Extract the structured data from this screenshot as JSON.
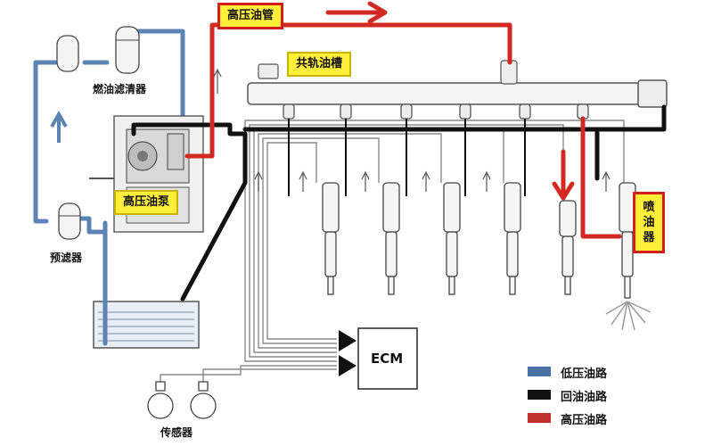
{
  "labels": {
    "high_pressure_pipe": "高压油管",
    "common_rail": "共轨油槽",
    "fuel_filter": "燃油滤清器",
    "high_pressure_pump": "高压油泵",
    "pre_filter": "预滤器",
    "injector": "喷油器",
    "ecm": "ECM",
    "sensor": "传感器"
  },
  "legend": [
    {
      "label": "低压油路",
      "color": "#4a72a6"
    },
    {
      "label": "回油油路",
      "color": "#111111"
    },
    {
      "label": "高压油路",
      "color": "#c0302b"
    }
  ],
  "colors": {
    "low_pressure": "#5b83b4",
    "return": "#111111",
    "high_pressure": "#d22a22",
    "wire": "#8a8a8a",
    "tag_fill": "#ffef3a"
  }
}
